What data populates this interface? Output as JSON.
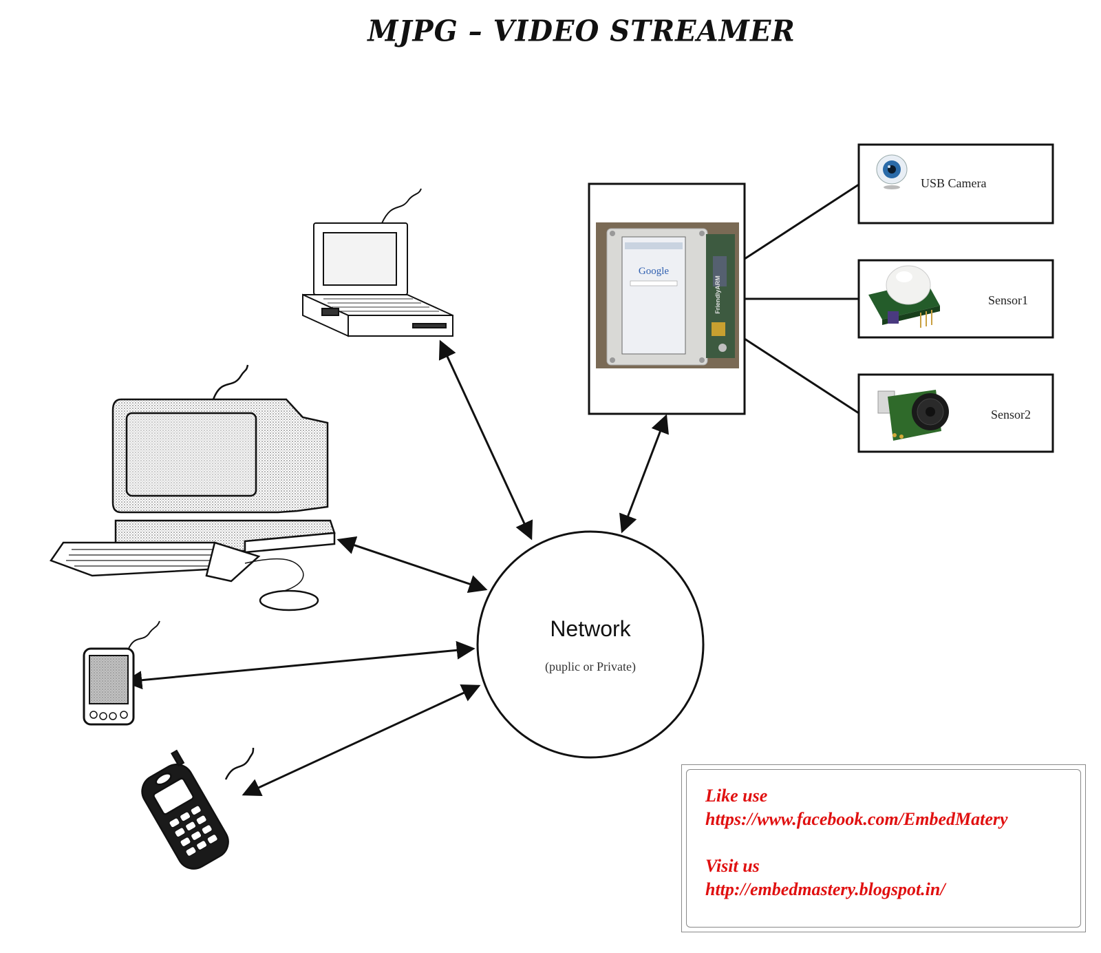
{
  "title": "MJPG – VIDEO STREAMER",
  "network": {
    "label": "Network",
    "sublabel": "(puplic or Private)"
  },
  "devices": {
    "usb_camera": {
      "label": "USB Camera"
    },
    "sensor1": {
      "label": "Sensor1"
    },
    "sensor2": {
      "label": "Sensor2"
    },
    "board_brand": "FriendlyARM",
    "board_screen_text": "Google"
  },
  "footer": {
    "line1": "Like use",
    "line2": "https://www.facebook.com/EmbedMatery",
    "line3": "Visit us",
    "line4": "http://embedmastery.blogspot.in/"
  },
  "colors": {
    "footer_text": "#e01010",
    "line": "#111111",
    "board": "#7a6a55"
  }
}
